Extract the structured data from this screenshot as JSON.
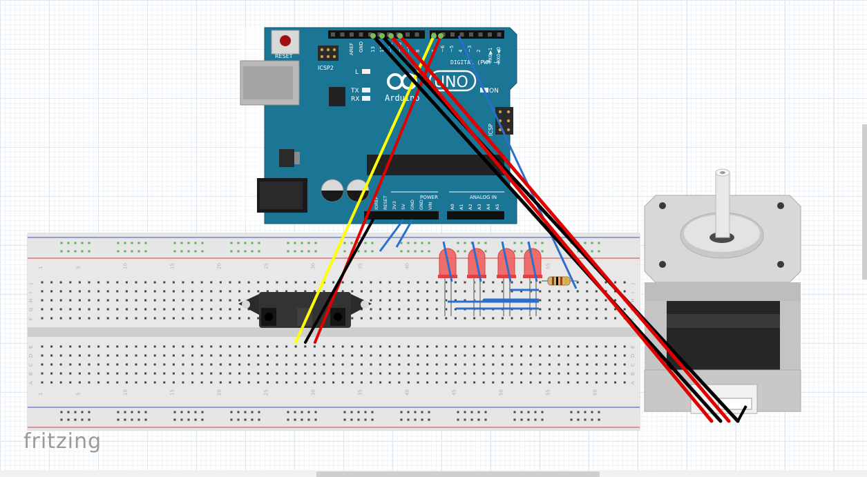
{
  "app": {
    "logo_text": "fritzing"
  },
  "arduino": {
    "reset_label": "RESET",
    "icsp2_label": "ICSP2",
    "icsp_label": "ICSP",
    "l_label": "L",
    "tx_label": "TX",
    "rx_label": "RX",
    "on_label": "ON",
    "brand_uno": "UNO",
    "brand_arduino": "Arduino",
    "aref_label": "AREF",
    "gnd_top_label": "GND",
    "digital_label": "DIGITAL (PWM ~)",
    "tx0_label": "TX0▶1",
    "rx0_label": "RX0◀0",
    "power_label": "POWER",
    "analog_label": "ANALOG IN",
    "power_pins": [
      "IOREF",
      "RESET",
      "3V3",
      "5V",
      "GND",
      "GND",
      "VIN"
    ],
    "analog_pins": [
      "A0",
      "A1",
      "A2",
      "A3",
      "A4",
      "A5"
    ],
    "digital_pins_left": [
      "13",
      "12",
      "~11",
      "~10",
      "~9",
      "8"
    ],
    "digital_pins_right": [
      "7",
      "~6",
      "~5",
      "4",
      "~3",
      "2"
    ]
  },
  "breadboard": {
    "column_numbers": [
      "1",
      "5",
      "10",
      "15",
      "20",
      "25",
      "30",
      "35",
      "40",
      "45",
      "50",
      "55",
      "60"
    ],
    "row_letters_top": [
      "J",
      "I",
      "H",
      "G",
      "F"
    ],
    "row_letters_bottom": [
      "E",
      "D",
      "C",
      "B",
      "A"
    ]
  },
  "colors": {
    "arduino_blue": "#1b7594",
    "wire_red": "#e00000",
    "wire_black": "#000000",
    "wire_yellow": "#ffff00",
    "wire_blue": "#2a6fcc",
    "led_red": "#f06060",
    "rail_red": "#d04040",
    "rail_blue": "#4050c0",
    "hole_green": "#5cae5c"
  }
}
